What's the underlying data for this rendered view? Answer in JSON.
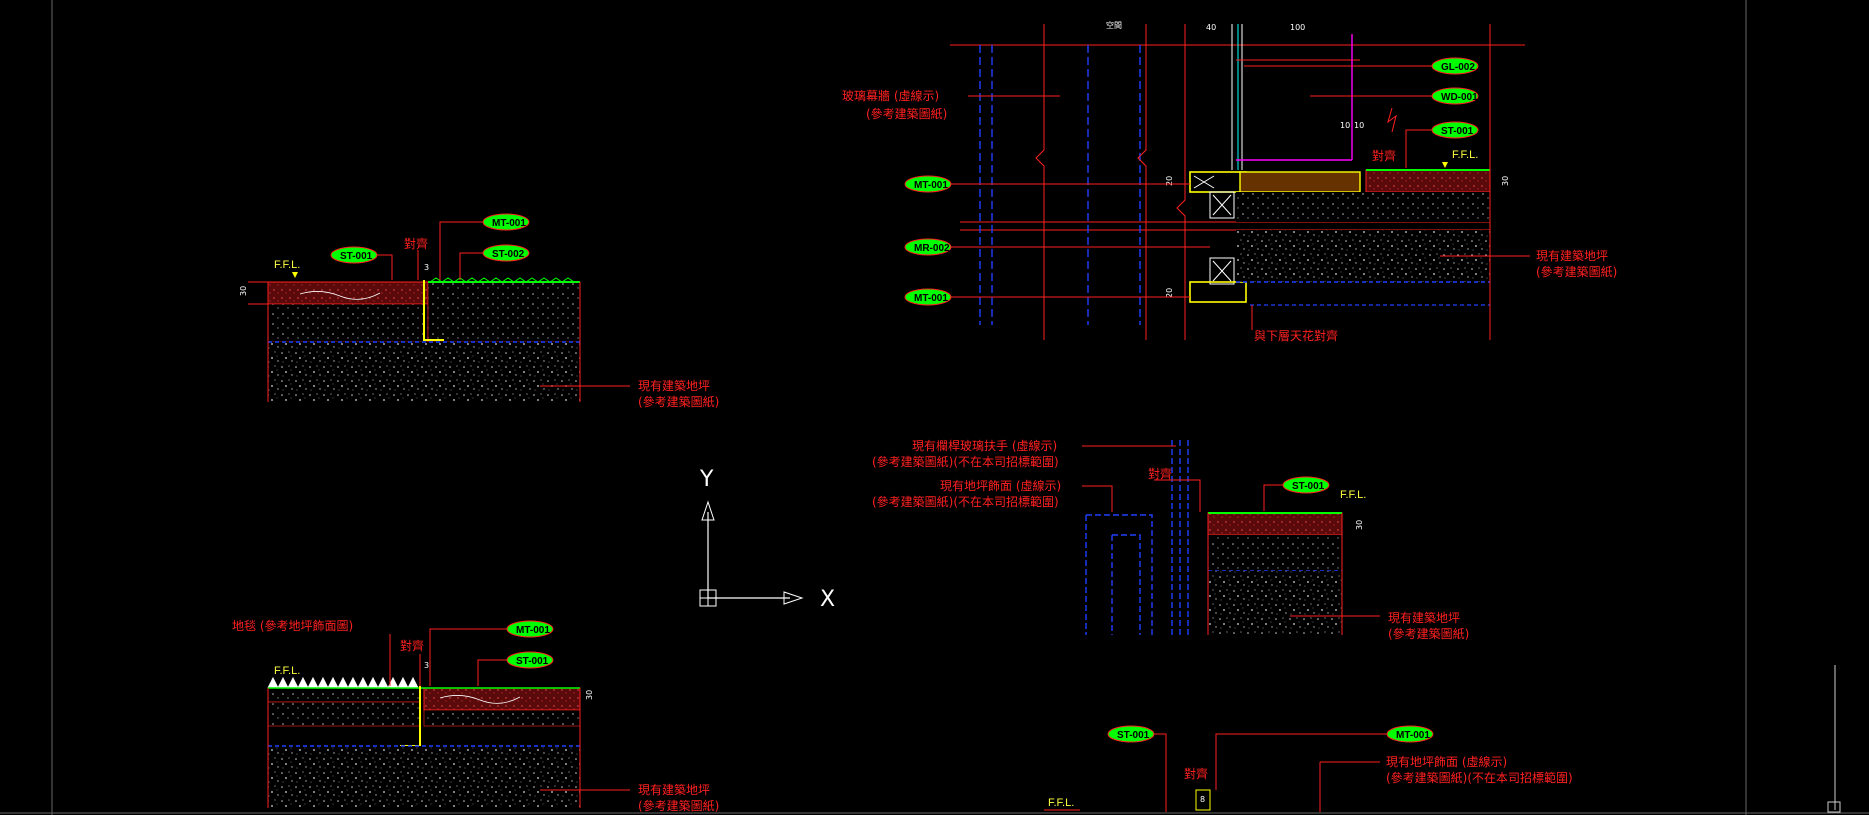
{
  "tags": {
    "mt001": "MT-001",
    "mt002": "MR-002",
    "st001": "ST-001",
    "st002": "ST-002",
    "gl002": "GL-002",
    "wd001": "WD-001"
  },
  "labels": {
    "ffl": "F.F.L.",
    "align": "對齊",
    "existing_floor": "現有建築地坪",
    "ref_arch": "(參考建築圖紙)",
    "carpet": "地毯 (參考地坪飾面圖)",
    "glass_curtain": "玻璃幕牆 (虛線示)",
    "align_ceiling": "與下層天花對齊",
    "existing_rail": "現有欄桿玻璃扶手 (虛線示)",
    "ref_not_scope": "(參考建築圖紙)(不在本司招標範圍)",
    "existing_finish": "現有地坪飾面 (虛線示)"
  },
  "dims": {
    "gap": "空間",
    "d40": "40",
    "d100": "100",
    "d10a": "10",
    "d10b": "10",
    "d3": "3",
    "d30": "30",
    "d20": "20",
    "d8": "8"
  },
  "axis": {
    "x": "X",
    "y": "Y"
  },
  "colors": {
    "background": "#000000",
    "linework": "#ff2020",
    "tag_fill": "#00ff00",
    "dashed": "#2040ff",
    "finish_line": "#00ff00",
    "metal": "#ffff00",
    "magenta": "#ff00ff",
    "white": "#ffffff"
  }
}
